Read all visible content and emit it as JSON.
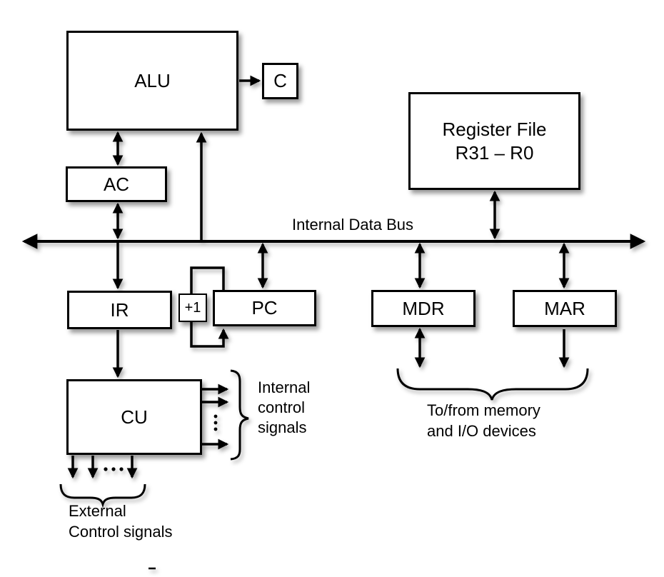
{
  "boxes": {
    "alu": "ALU",
    "carry": "C",
    "ac": "AC",
    "ir": "IR",
    "cu": "CU",
    "increment": "+1",
    "pc": "PC",
    "register_file": {
      "line1": "Register File",
      "line2": "R31 – R0"
    },
    "mdr": "MDR",
    "mar": "MAR"
  },
  "labels": {
    "bus": "Internal Data Bus",
    "internal_signals": {
      "line1": "Internal",
      "line2": "control",
      "line3": "signals"
    },
    "external_signals": {
      "line1": "External",
      "line2": "Control signals"
    },
    "memory_io": {
      "line1": "To/from memory",
      "line2": "and I/O devices"
    }
  },
  "colors": {
    "line": "#000000",
    "background": "#ffffff",
    "box_fill": "#ffffff"
  }
}
